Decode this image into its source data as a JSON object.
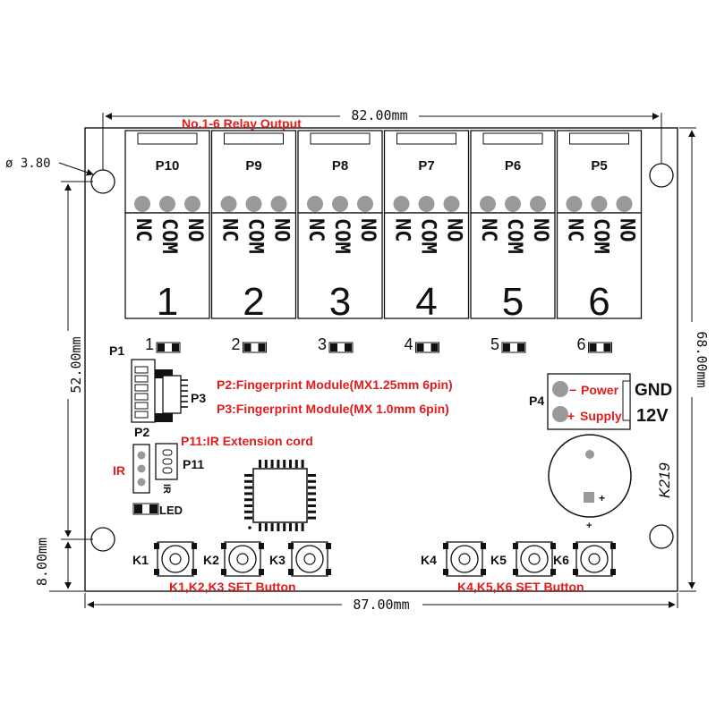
{
  "dimensions": {
    "top_width": "82.00mm",
    "bottom_width": "87.00mm",
    "right_height": "68.00mm",
    "left_height": "52.00mm",
    "left_small": "8.00mm",
    "hole_dia": "ø 3.80"
  },
  "title_relay_output": "No.1-6 Relay Output",
  "relays": [
    {
      "port": "P10",
      "number": "1",
      "nc": "NC",
      "com": "COM",
      "no": "NO"
    },
    {
      "port": "P9",
      "number": "2",
      "nc": "NC",
      "com": "COM",
      "no": "NO"
    },
    {
      "port": "P8",
      "number": "3",
      "nc": "NC",
      "com": "COM",
      "no": "NO"
    },
    {
      "port": "P7",
      "number": "4",
      "nc": "NC",
      "com": "COM",
      "no": "NO"
    },
    {
      "port": "P6",
      "number": "5",
      "nc": "NC",
      "com": "COM",
      "no": "NO"
    },
    {
      "port": "P5",
      "number": "6",
      "nc": "NC",
      "com": "COM",
      "no": "NO"
    }
  ],
  "leds": [
    "1",
    "2",
    "3",
    "4",
    "5",
    "6"
  ],
  "labels": {
    "p1": "P1",
    "p2": "P2",
    "p3": "P3",
    "p4": "P4",
    "p11": "P11",
    "ir": "IR",
    "ir_small": "IR",
    "led": "LED",
    "p2_desc": "P2:Fingerprint Module(MX1.25mm 6pin)",
    "p3_desc": "P3:Fingerprint Module(MX 1.0mm 6pin)",
    "p11_desc": "P11:IR Extension cord",
    "power": "Power",
    "supply": "Supply",
    "minus": "−",
    "plus": "+",
    "gnd": "GND",
    "v12": "12V",
    "model": "K219",
    "buzzer_plus": "+",
    "buzzer_minus": "+"
  },
  "buttons_left": [
    "K1",
    "K2",
    "K3"
  ],
  "buttons_right": [
    "K4",
    "K5",
    "K6"
  ],
  "button_left_desc": "K1,K2,K3 SET Button",
  "button_right_desc": "K4,K5,K6 SET Button",
  "colors": {
    "annotation": "#e31b1b",
    "outline": "#111111",
    "pin": "#9a9a9a"
  }
}
